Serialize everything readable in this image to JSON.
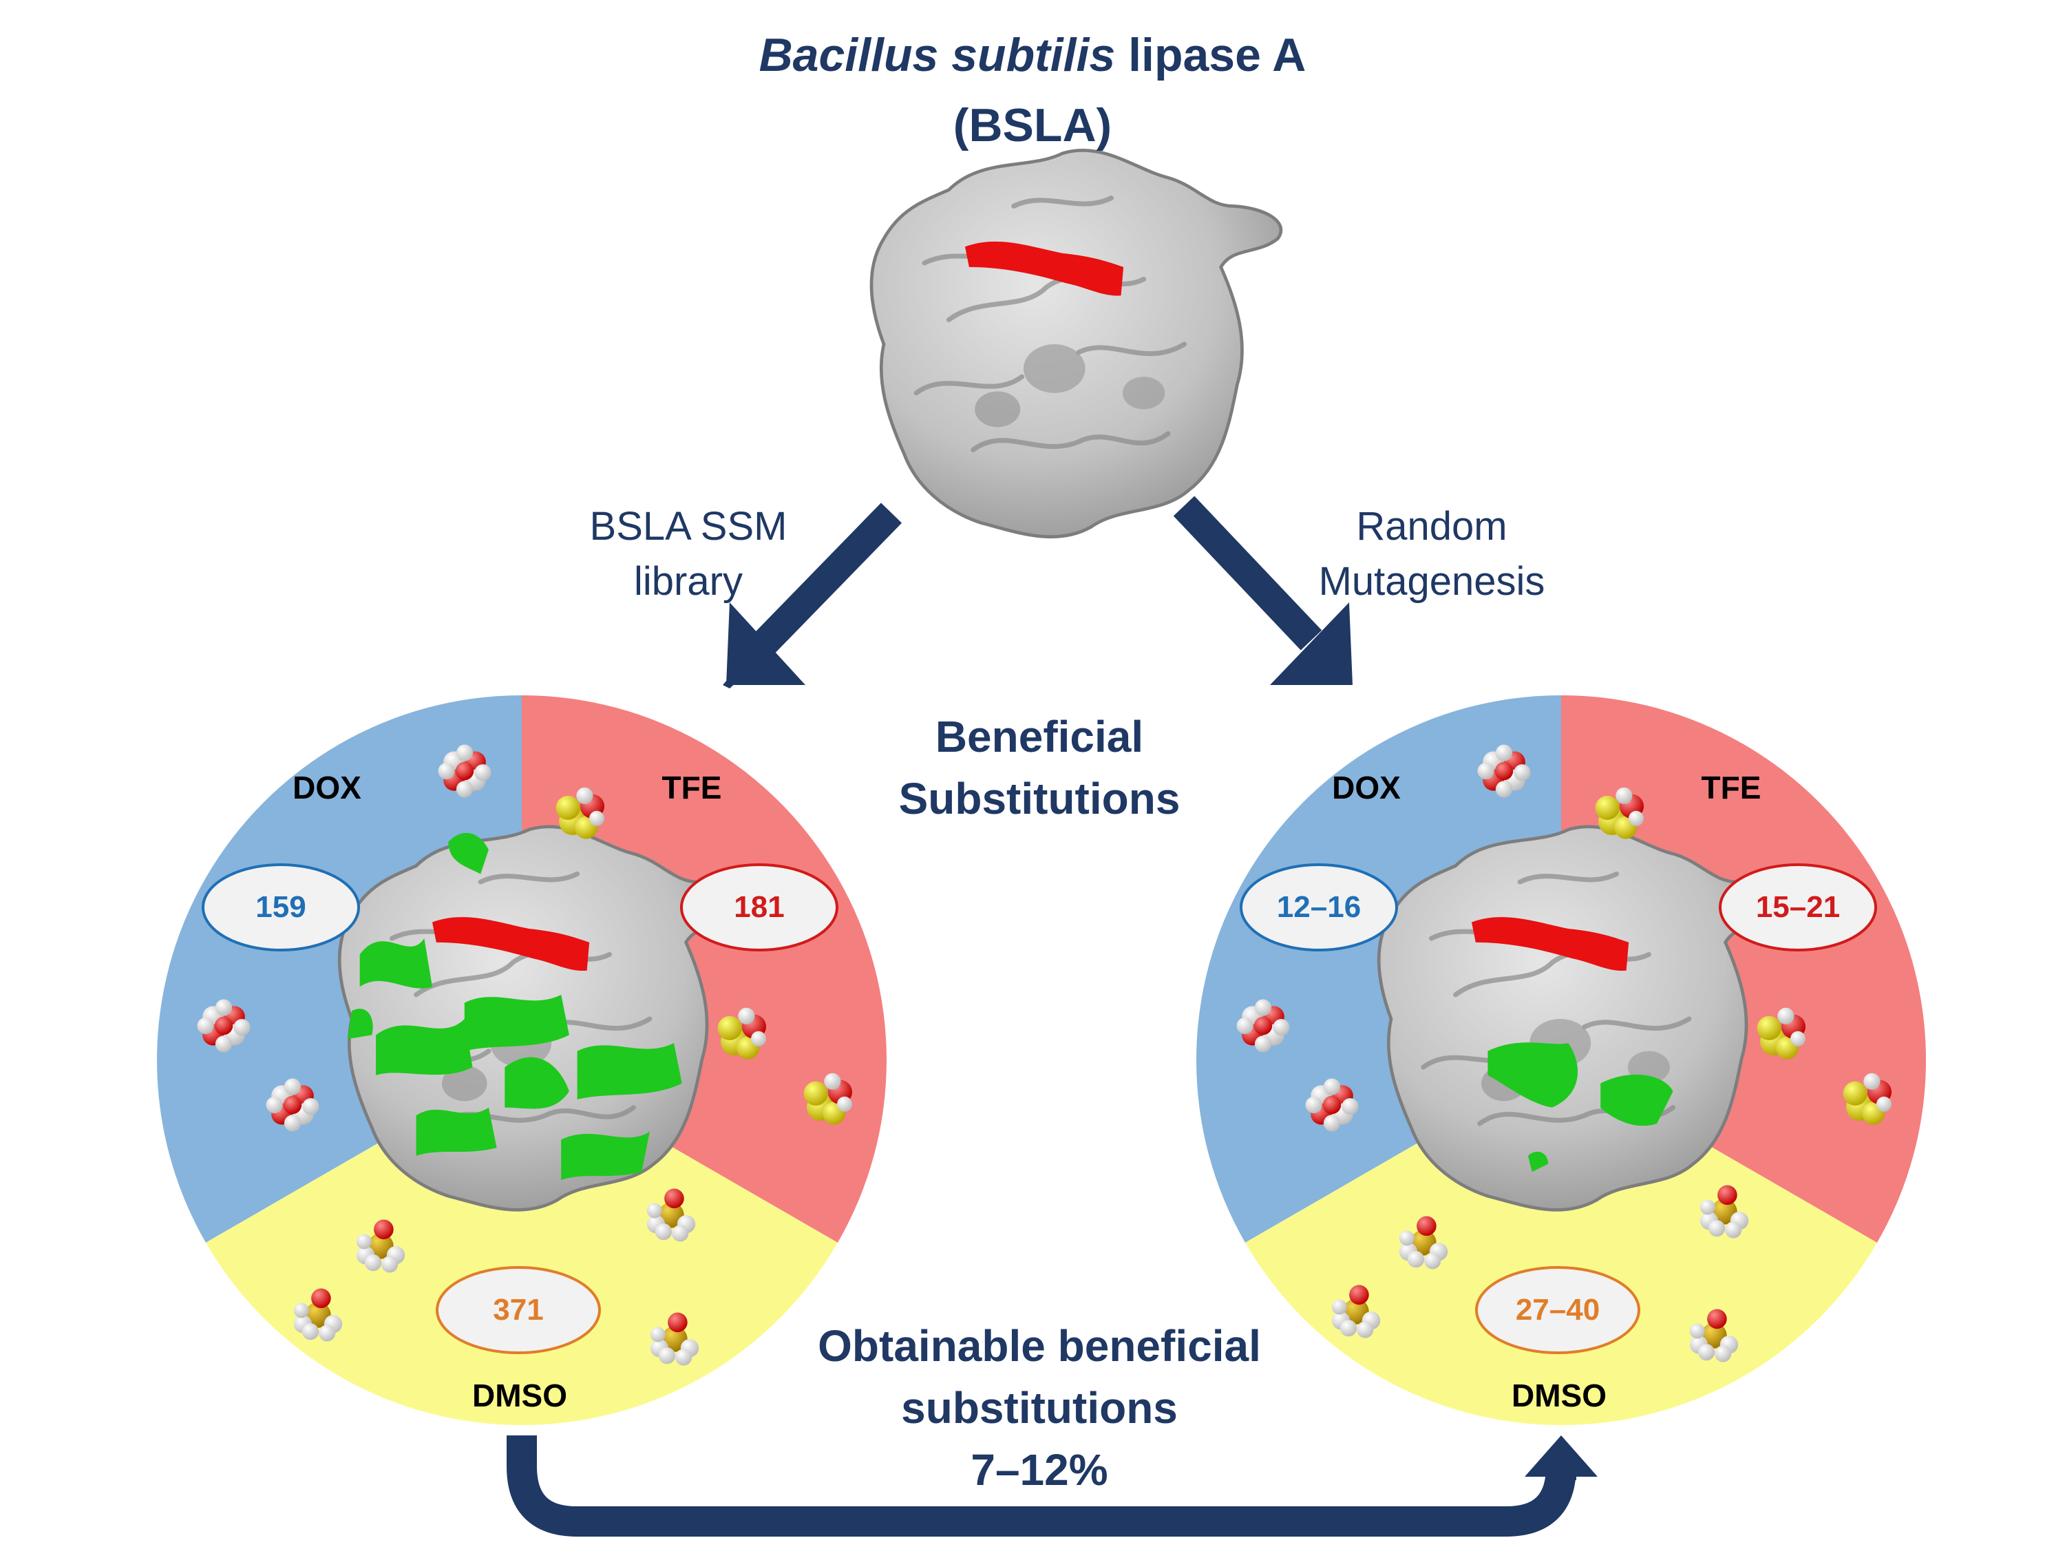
{
  "header": {
    "title_italic": "Bacillus subtilis",
    "title_rest": " lipase A",
    "title_line2": "(BSLA)"
  },
  "arrows": {
    "left_label_line1": "BSLA SSM",
    "left_label_line2": "library",
    "right_label_line1": "Random",
    "right_label_line2": "Mutagenesis"
  },
  "center": {
    "line1": "Beneficial",
    "line2": "Substitutions"
  },
  "bottom": {
    "line1": "Obtainable beneficial",
    "line2": "substitutions",
    "line3": "7–12%"
  },
  "left_pie": {
    "dox_label": "DOX",
    "tfe_label": "TFE",
    "dmso_label": "DMSO",
    "dox_value": "159",
    "tfe_value": "181",
    "dmso_value": "371"
  },
  "right_pie": {
    "dox_label": "DOX",
    "tfe_label": "TFE",
    "dmso_label": "DMSO",
    "dox_value": "12–16",
    "tfe_value": "15–21",
    "dmso_value": "27–40"
  },
  "colors": {
    "navy": "#1f3864",
    "dox": "#86b4dc",
    "tfe": "#f47f7f",
    "dmso": "#fafa8c",
    "dox_text": "#1f6fb5",
    "tfe_text": "#d21a1a",
    "dmso_text": "#e07d2a",
    "mutation_green": "#1ec81e",
    "active_site_red": "#e81010",
    "protein_grey": "#c4c4c4"
  }
}
